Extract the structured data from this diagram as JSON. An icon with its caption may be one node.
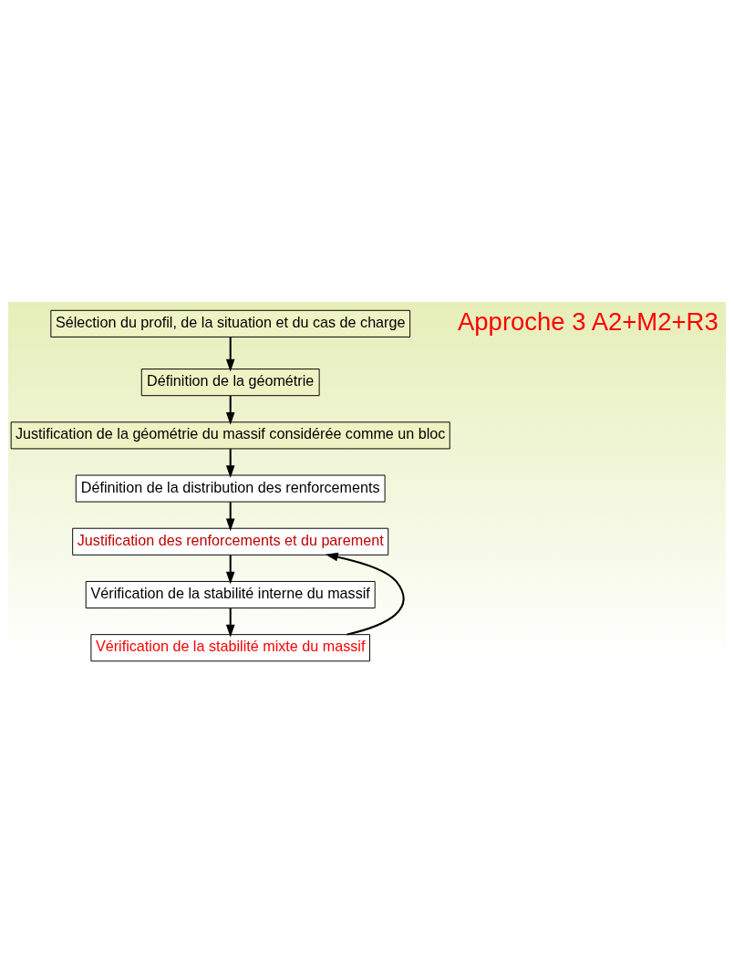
{
  "diagram": {
    "nodes": [
      {
        "text": [
          "Sélection du profil, de la situation et du cas de charge"
        ]
      },
      {
        "text": [
          "Définition de la géométrie"
        ]
      },
      {
        "text": [
          "Justification de la géométrie du massif considérée comme un bloc"
        ]
      },
      {
        "text": [
          "Définition de la distribution des renforcements"
        ]
      },
      {
        "text": [
          "Justification des renforcements et du parement"
        ]
      },
      {
        "text": [
          "Vérification de la stabilité interne du massif"
        ]
      },
      {
        "text": [
          "Vérification de la stabilité mixte du massif"
        ]
      }
    ],
    "edges": [
      {
        "from": 0,
        "to": 1,
        "arrow": "to"
      },
      {
        "from": 1,
        "to": 2,
        "arrow": "to"
      },
      {
        "from": 2,
        "to": 3,
        "arrow": "to"
      },
      {
        "from": 3,
        "to": 4,
        "arrow": "to"
      },
      {
        "from": 4,
        "to": 5,
        "arrow": "to"
      },
      {
        "from": 5,
        "to": 6,
        "arrow": "to"
      },
      {
        "from": 6,
        "to": 4,
        "arrow": "to"
      }
    ],
    "labels": [
      "Approche 3 A2+M2+R3"
    ]
  }
}
